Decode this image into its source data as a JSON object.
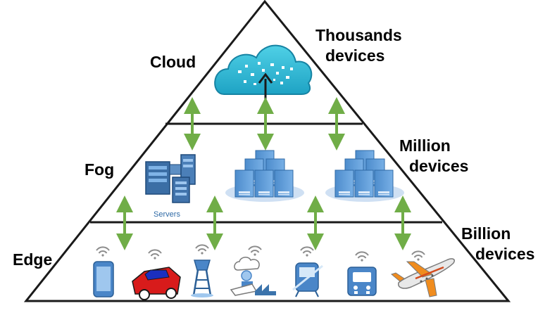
{
  "layers": {
    "cloud": {
      "label": "Cloud",
      "scale_line1": "Thousands",
      "scale_line2": "devices"
    },
    "fog": {
      "label": "Fog",
      "scale_line1": "Million",
      "scale_line2": "devices",
      "servers_caption": "Servers"
    },
    "edge": {
      "label": "Edge",
      "scale_line1": "Billion",
      "scale_line2": "devices"
    }
  },
  "colors": {
    "outline": "#1a1a1a",
    "arrow": "#70ad47",
    "cloud_fill": "#2ab6d1",
    "server_blue": "#5b9bd5",
    "server_dark": "#3b73ab",
    "platform": "#cfe0f3",
    "device_blue": "#4a86c8",
    "wifi": "#8c8c8c"
  },
  "icons": {
    "cloud": "cloud-upload-icon",
    "servers": [
      "server-rack-icon",
      "server-stack-icon",
      "server-stack-icon"
    ],
    "devices": [
      "smartphone-icon",
      "car-icon",
      "water-tower-icon",
      "smart-factory-icon",
      "tram-icon",
      "bus-icon",
      "airplane-icon"
    ]
  }
}
